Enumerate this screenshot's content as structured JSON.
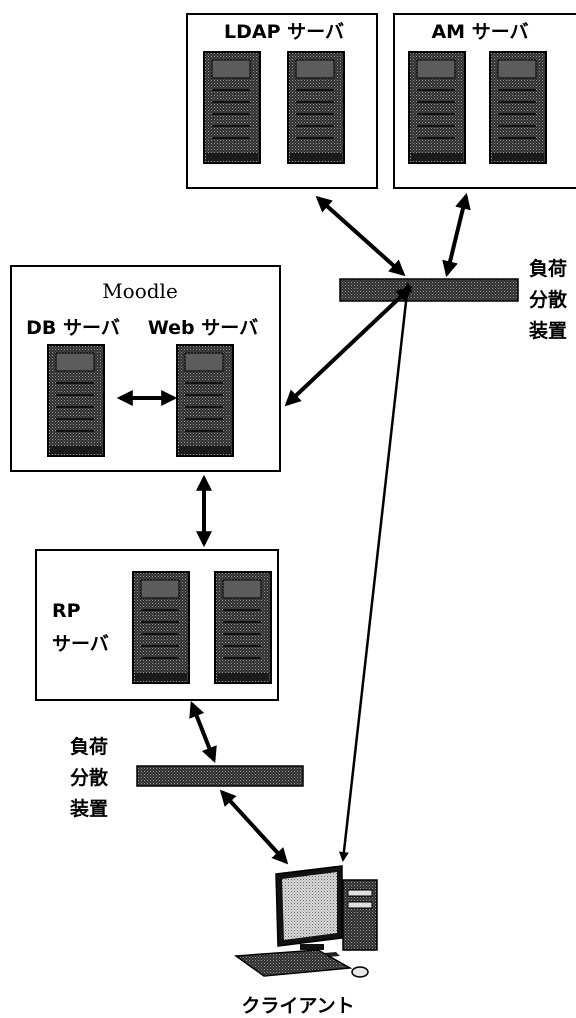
{
  "groups": {
    "ldap": {
      "title": "LDAP サーバ"
    },
    "am": {
      "title": "AM サーバ"
    },
    "moodle": {
      "title": "Moodle",
      "db_label": "DB サーバ",
      "web_label": "Web サーバ"
    },
    "rp": {
      "title_line1": "RP",
      "title_line2": "サーバ"
    }
  },
  "load_balancers": {
    "top": {
      "label_lines": [
        "負荷",
        "分散",
        "装置"
      ]
    },
    "bottom": {
      "label_lines": [
        "負荷",
        "分散",
        "装置"
      ]
    }
  },
  "client": {
    "label": "クライアント"
  },
  "colors": {
    "line": "#000000",
    "server_body": "#3a3a3a",
    "server_face": "#8a8a8a",
    "background": "#ffffff"
  }
}
